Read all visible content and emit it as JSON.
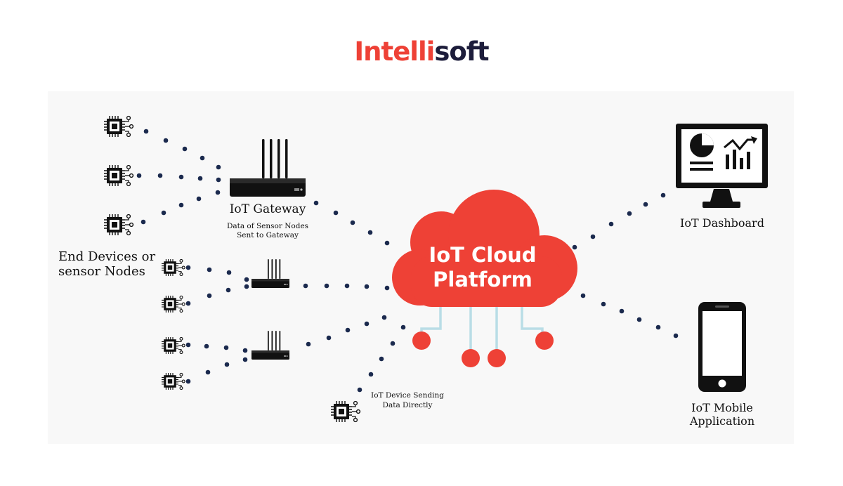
{
  "logo": {
    "part1": "Intelli",
    "part2": "soft"
  },
  "cloud": {
    "line1": "IoT Cloud",
    "line2": "Platform"
  },
  "labels": {
    "gateway_title": "IoT Gateway",
    "gateway_note1": "Data of Sensor Nodes",
    "gateway_note2": "Sent to Gateway",
    "end_devices1": "End Devices or",
    "end_devices2": "sensor Nodes",
    "direct_device1": "IoT Device Sending",
    "direct_device2": "Data Directly",
    "dashboard": "IoT Dashboard",
    "mobile1": "IoT Mobile",
    "mobile2": "Application"
  },
  "colors": {
    "accent_red": "#ee4136",
    "logo_dark": "#1d1d3b",
    "dot_navy": "#1b2a4e",
    "connector_light_blue": "#b9dde6",
    "icon_black": "#111111"
  },
  "icons": [
    "chip-icon",
    "router-icon",
    "monitor-dashboard-icon",
    "smartphone-icon",
    "cloud-icon"
  ]
}
